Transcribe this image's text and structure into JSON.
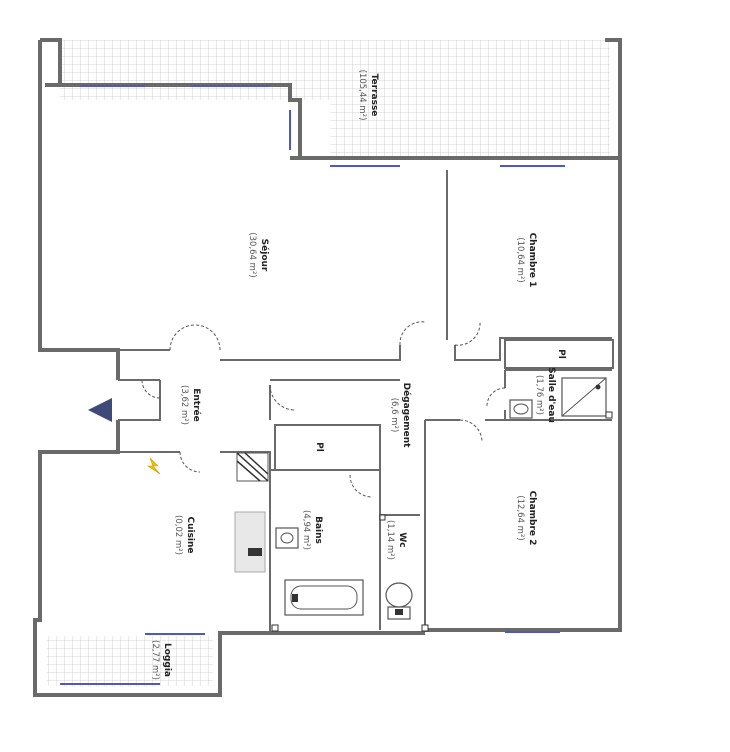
{
  "rooms": [
    {
      "id": "terrasse",
      "name": "Terrasse",
      "area": "(105,44 m²)"
    },
    {
      "id": "sejour",
      "name": "Séjour",
      "area": "(30,64 m²)"
    },
    {
      "id": "chambre1",
      "name": "Chambre 1",
      "area": "(10,64 m²)"
    },
    {
      "id": "entree",
      "name": "Entrée",
      "area": "(3,62 m²)"
    },
    {
      "id": "degagement",
      "name": "Dégagement",
      "area": "(6,6 m²)"
    },
    {
      "id": "salleeau",
      "name": "Salle d'eau",
      "area": "(1,76 m²)"
    },
    {
      "id": "cuisine",
      "name": "Cuisine",
      "area": "(0,02 m²)"
    },
    {
      "id": "bains",
      "name": "Bains",
      "area": "(4,94 m²)"
    },
    {
      "id": "wc",
      "name": "Wc",
      "area": "(1,14 m²)"
    },
    {
      "id": "chambre2",
      "name": "Chambre 2",
      "area": "(12,64 m²)"
    },
    {
      "id": "loggia",
      "name": "Loggia",
      "area": "(2,77 m²)"
    }
  ],
  "closets": [
    {
      "id": "pl1",
      "label": "Pl"
    },
    {
      "id": "pl2",
      "label": "Pl"
    }
  ],
  "colors": {
    "wall": "#6a6a6a",
    "window": "#4f57c8",
    "entry_marker": "#3f4a78",
    "electric_icon": "#f2c200",
    "terrace_grid": "#c9c9c9"
  },
  "icons": {
    "entry": "entry-triangle-icon",
    "electric": "electric-panel-icon"
  }
}
